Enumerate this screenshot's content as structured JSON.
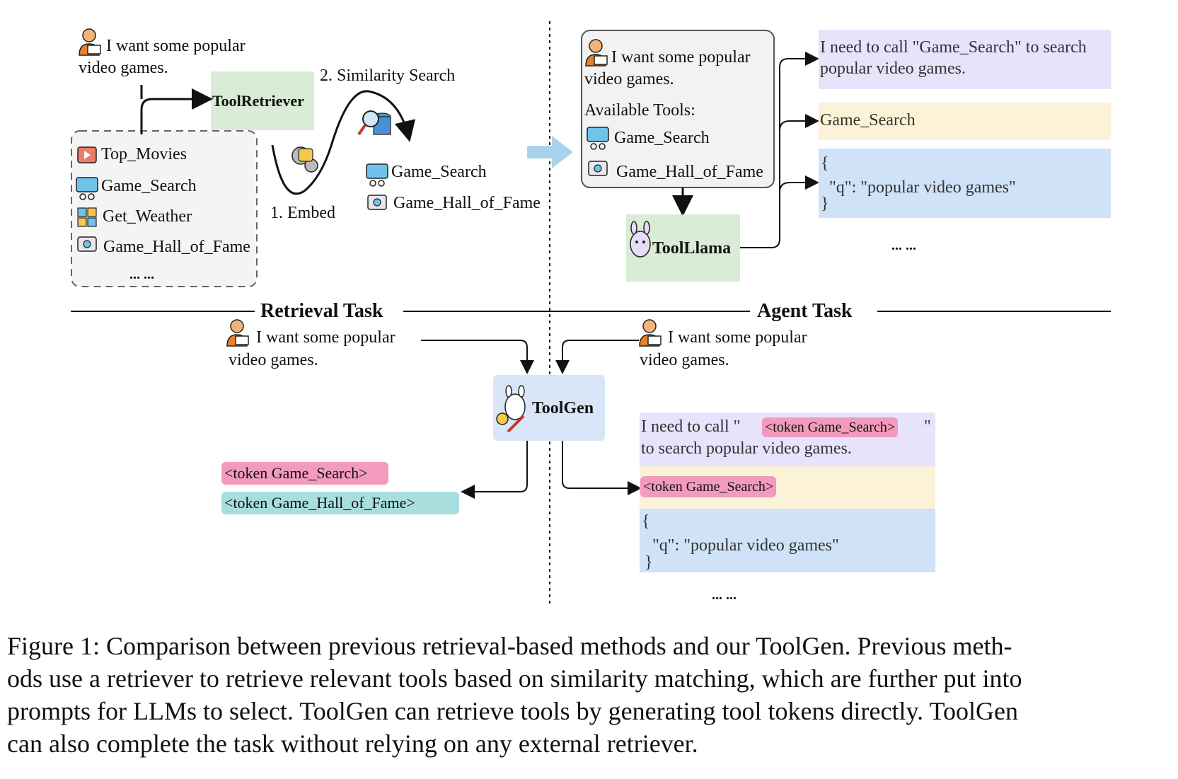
{
  "retrieval": {
    "query_line1": "I want some popular",
    "query_line2": "video games.",
    "retriever_label": "ToolRetriever",
    "step2": "2. Similarity Search",
    "step1": "1. Embed",
    "tools": [
      "Top_Movies",
      "Game_Search",
      "Get_Weather",
      "Game_Hall_of_Fame"
    ],
    "ellipsis": "... ...",
    "results": [
      "Game_Search",
      "Game_Hall_of_Fame"
    ]
  },
  "agent": {
    "prompt_line1": "I want some popular",
    "prompt_line2": "video games.",
    "available_label": "Available Tools:",
    "available_tools": [
      "Game_Search",
      "Game_Hall_of_Fame"
    ],
    "model_label": "ToolLlama",
    "out1_line1": "I need to call \"Game_Search\" to search",
    "out1_line2": "popular video games.",
    "out2": "Game_Search",
    "out3_line1": "{",
    "out3_line2": "\"q\": \"popular video games\"",
    "out3_line3": "}",
    "ellipsis": "... ..."
  },
  "sections": {
    "retrieval_task": "Retrieval Task",
    "agent_task": "Agent Task"
  },
  "toolgen": {
    "label": "ToolGen",
    "left_query_line1": "I want some popular",
    "left_query_line2": "video games.",
    "right_query_line1": "I want some popular",
    "right_query_line2": "video games.",
    "token1": "<token    Game_Search>",
    "token2": "<token    Game_Hall_of_Fame>",
    "out1_pre": "I need to call  \"",
    "out1_token": "<token    Game_Search>",
    "out1_post": " \"",
    "out1_line2": "to search popular video games.",
    "out2_token": "<token    Game_Search>",
    "out3_line1": "{",
    "out3_line2": "\"q\": \"popular video games\"",
    "out3_line3": "}",
    "ellipsis": "... ..."
  },
  "caption": {
    "line1": "Figure 1: Comparison between previous retrieval-based methods and our ToolGen. Previous meth-",
    "line2": "ods use a retriever to retrieve relevant tools based on similarity matching, which are further put into",
    "line3": "prompts for LLMs to select. ToolGen can retrieve tools by generating tool tokens directly. ToolGen",
    "line4": "can also complete the task without relying on any external retriever."
  },
  "colors": {
    "purple_box": "#e6e3fb",
    "yellow_box": "#fbf2d7",
    "blue_box": "#cfe2f7",
    "green_box": "#d9ecd6",
    "pink_token": "#f29bbd",
    "teal_token": "#a8dedd",
    "toolgen_box": "#d8e6f8",
    "arrow_blue": "#a9d3ec"
  }
}
